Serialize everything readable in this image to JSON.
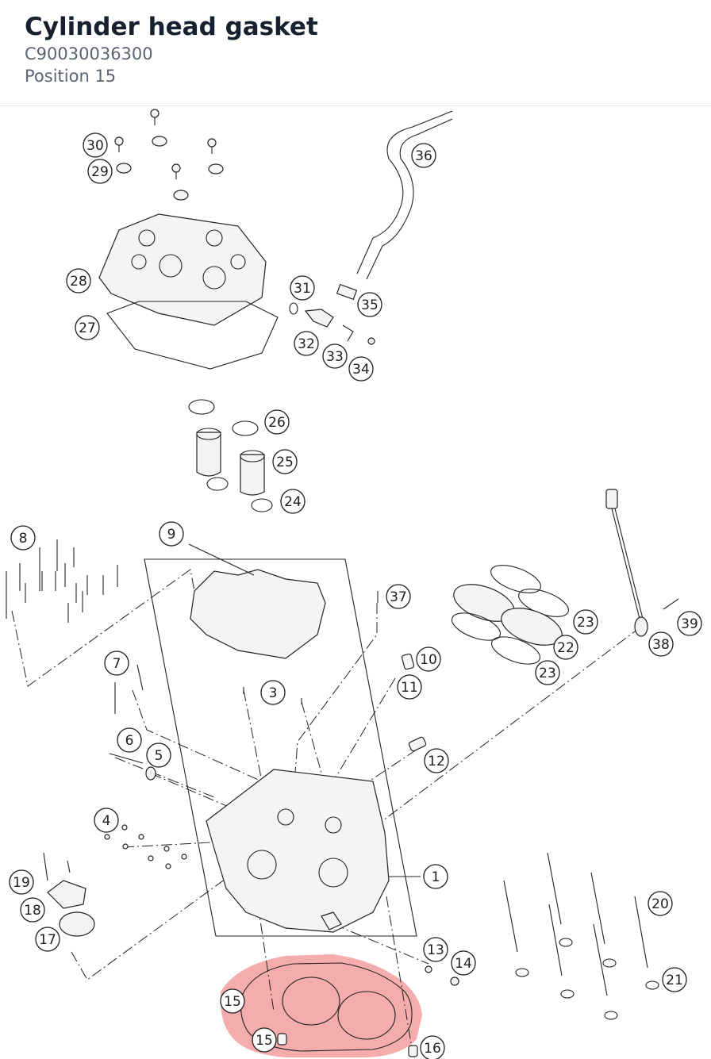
{
  "header": {
    "title": "Cylinder head gasket",
    "part_number": "C90030036300",
    "position": "Position 15"
  },
  "highlight_color": "#f08080",
  "callouts": [
    "30",
    "29",
    "36",
    "28",
    "31",
    "35",
    "27",
    "32",
    "33",
    "34",
    "26",
    "25",
    "24",
    "8",
    "9",
    "37",
    "23",
    "39",
    "38",
    "22",
    "23",
    "10",
    "7",
    "11",
    "3",
    "6",
    "5",
    "12",
    "4",
    "1",
    "19",
    "20",
    "18",
    "17",
    "13",
    "14",
    "21",
    "15",
    "15",
    "16"
  ]
}
